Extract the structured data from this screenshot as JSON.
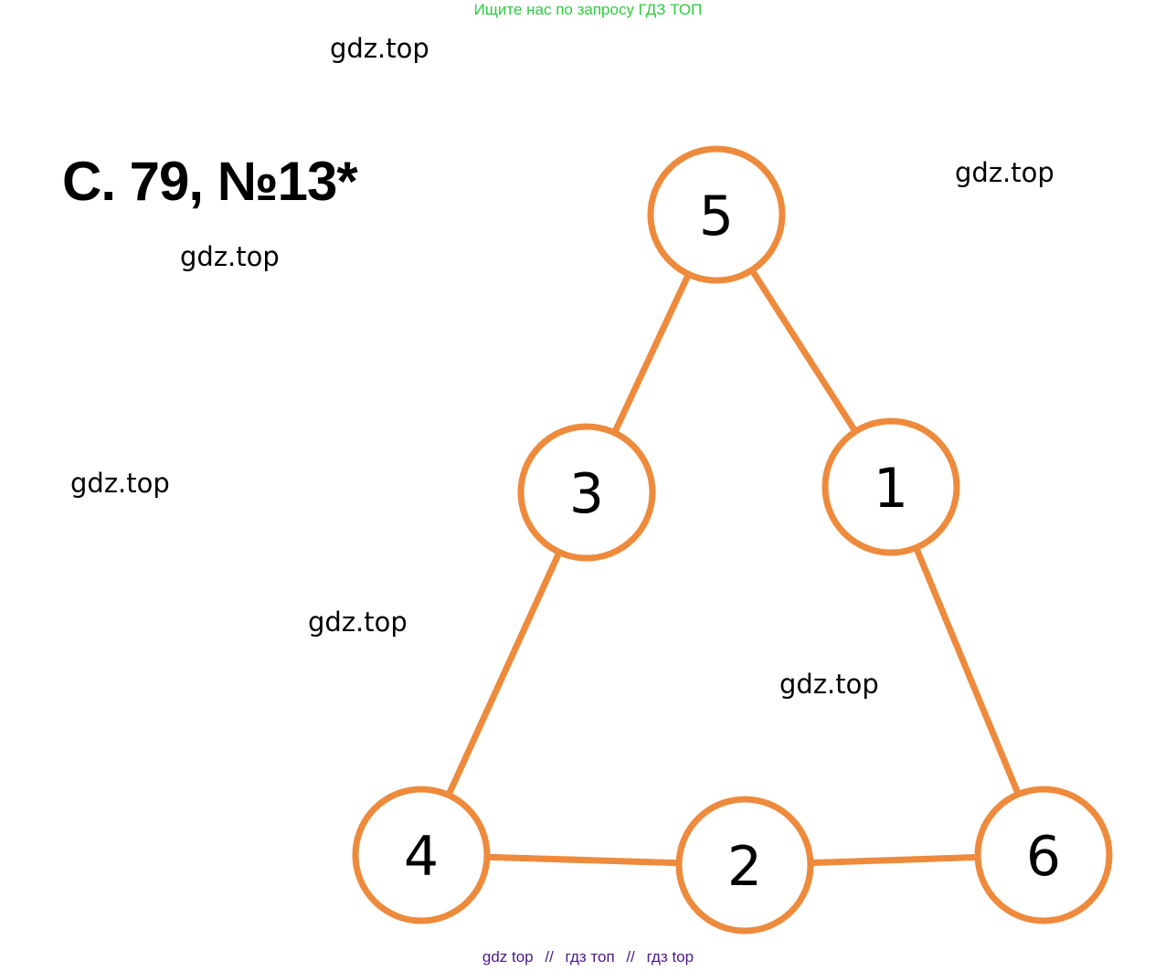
{
  "banner": "Ищите нас по запросу ГДЗ ТОП",
  "title": "С. 79, №13*",
  "watermarks": [
    "gdz.top",
    "gdz.top",
    "gdz.top",
    "gdz.top",
    "gdz.top",
    "gdz.top"
  ],
  "footer": {
    "link1": "gdz top",
    "sep1": "//",
    "link2": "гдз топ",
    "sep2": "//",
    "link3": "гдз top"
  },
  "diagram": {
    "stroke_color": "#EE8A3C",
    "nodes": [
      "5",
      "3",
      "1",
      "4",
      "2",
      "6"
    ],
    "edges": [
      [
        "5",
        "3"
      ],
      [
        "5",
        "1"
      ],
      [
        "3",
        "4"
      ],
      [
        "1",
        "6"
      ],
      [
        "4",
        "2"
      ],
      [
        "2",
        "6"
      ]
    ]
  }
}
